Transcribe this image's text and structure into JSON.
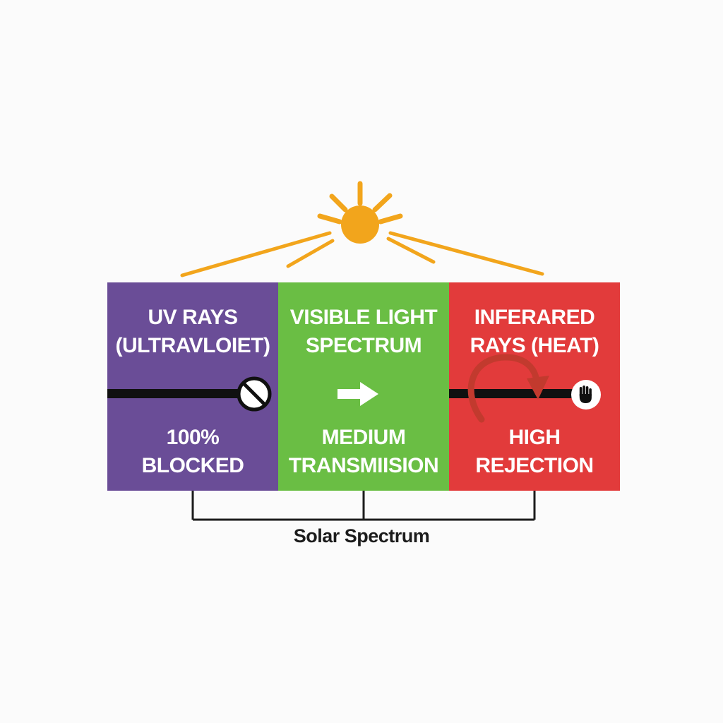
{
  "diagram": {
    "caption": "Solar Spectrum"
  },
  "panels": [
    {
      "id": "uv",
      "title_line1": "UV RAYS",
      "title_line2": "(ULTRAVLOIET)",
      "status_line1": "100%",
      "status_line2": "BLOCKED",
      "icon": "blocked-icon",
      "color": "#6A4D97"
    },
    {
      "id": "visible",
      "title_line1": "VISIBLE LIGHT",
      "title_line2": "SPECTRUM",
      "status_line1": "MEDIUM",
      "status_line2": "TRANSMIISION",
      "icon": "arrow-right-icon",
      "color": "#6ABE44"
    },
    {
      "id": "infrared",
      "title_line1": "INFERARED",
      "title_line2": "RAYS (HEAT)",
      "status_line1": "HIGH",
      "status_line2": "REJECTION",
      "icon": "hand-block-icon",
      "color": "#E23B3B"
    }
  ],
  "colors": {
    "background": "#fbfbfb",
    "sun": "#F2A51C",
    "uv_panel": "#6A4D97",
    "visible_panel": "#6ABE44",
    "ir_panel": "#E23B3B",
    "bar": "#101010",
    "ir_arrow": "#C23A2E",
    "panel_text": "#ffffff",
    "label_text": "#1c1c1c"
  }
}
